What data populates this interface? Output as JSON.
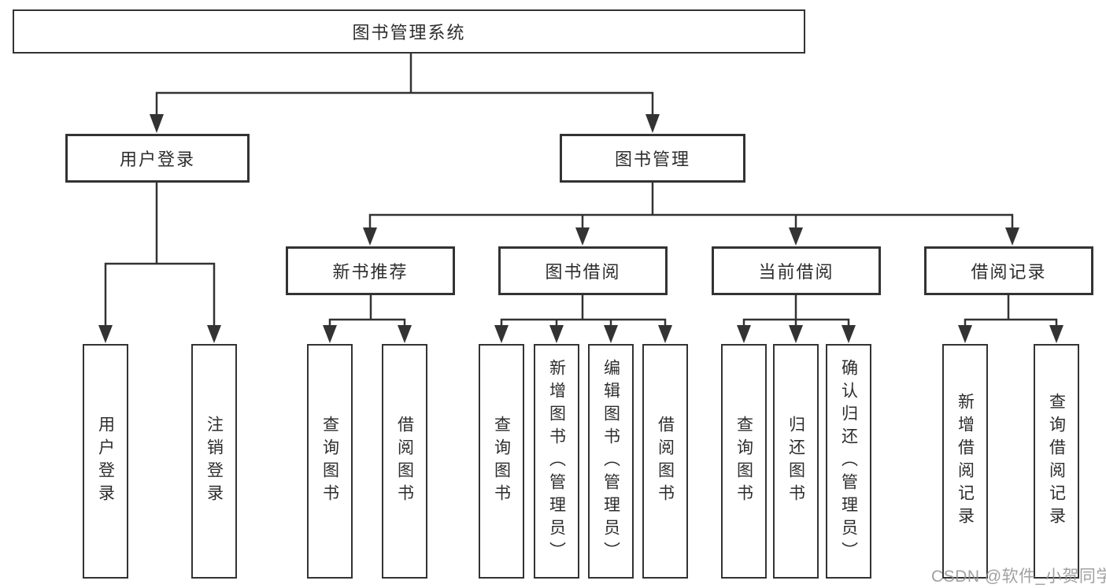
{
  "nodes": {
    "root": {
      "label": "图书管理系统"
    },
    "user_login": {
      "label": "用户登录"
    },
    "book_mgmt": {
      "label": "图书管理"
    },
    "new_book_rec": {
      "label": "新书推荐"
    },
    "book_borrow": {
      "label": "图书借阅"
    },
    "current_borrow": {
      "label": "当前借阅"
    },
    "borrow_record": {
      "label": "借阅记录"
    },
    "leaf_user_login": {
      "label": "用户登录"
    },
    "leaf_logout": {
      "label": "注销登录"
    },
    "leaf_query_book_rec": {
      "label": "查询图书"
    },
    "leaf_borrow_book_rec": {
      "label": "借阅图书"
    },
    "leaf_query_book_borrow": {
      "label": "查询图书"
    },
    "leaf_add_book": {
      "label": "新增图书（管理员）"
    },
    "leaf_edit_book": {
      "label": "编辑图书（管理员）"
    },
    "leaf_borrow_book_2": {
      "label": "借阅图书"
    },
    "leaf_query_book_current": {
      "label": "查询图书"
    },
    "leaf_return_book": {
      "label": "归还图书"
    },
    "leaf_confirm_return": {
      "label": "确认归还（管理员）"
    },
    "leaf_add_borrow_record": {
      "label": "新增借阅记录"
    },
    "leaf_query_borrow_record": {
      "label": "查询借阅记录"
    }
  },
  "edges": [
    [
      "root",
      "user_login"
    ],
    [
      "root",
      "book_mgmt"
    ],
    [
      "user_login",
      "leaf_user_login"
    ],
    [
      "user_login",
      "leaf_logout"
    ],
    [
      "book_mgmt",
      "new_book_rec"
    ],
    [
      "book_mgmt",
      "book_borrow"
    ],
    [
      "book_mgmt",
      "current_borrow"
    ],
    [
      "book_mgmt",
      "borrow_record"
    ],
    [
      "new_book_rec",
      "leaf_query_book_rec"
    ],
    [
      "new_book_rec",
      "leaf_borrow_book_rec"
    ],
    [
      "book_borrow",
      "leaf_query_book_borrow"
    ],
    [
      "book_borrow",
      "leaf_add_book"
    ],
    [
      "book_borrow",
      "leaf_edit_book"
    ],
    [
      "book_borrow",
      "leaf_borrow_book_2"
    ],
    [
      "current_borrow",
      "leaf_query_book_current"
    ],
    [
      "current_borrow",
      "leaf_return_book"
    ],
    [
      "current_borrow",
      "leaf_confirm_return"
    ],
    [
      "borrow_record",
      "leaf_add_borrow_record"
    ],
    [
      "borrow_record",
      "leaf_query_borrow_record"
    ]
  ],
  "watermark": {
    "text": "CSDN @软件_小贺同学"
  },
  "colors": {
    "line": "#333333",
    "box_border": "#333333",
    "text": "#2d2d2d",
    "background": "#ffffff",
    "watermark": "#949494"
  }
}
